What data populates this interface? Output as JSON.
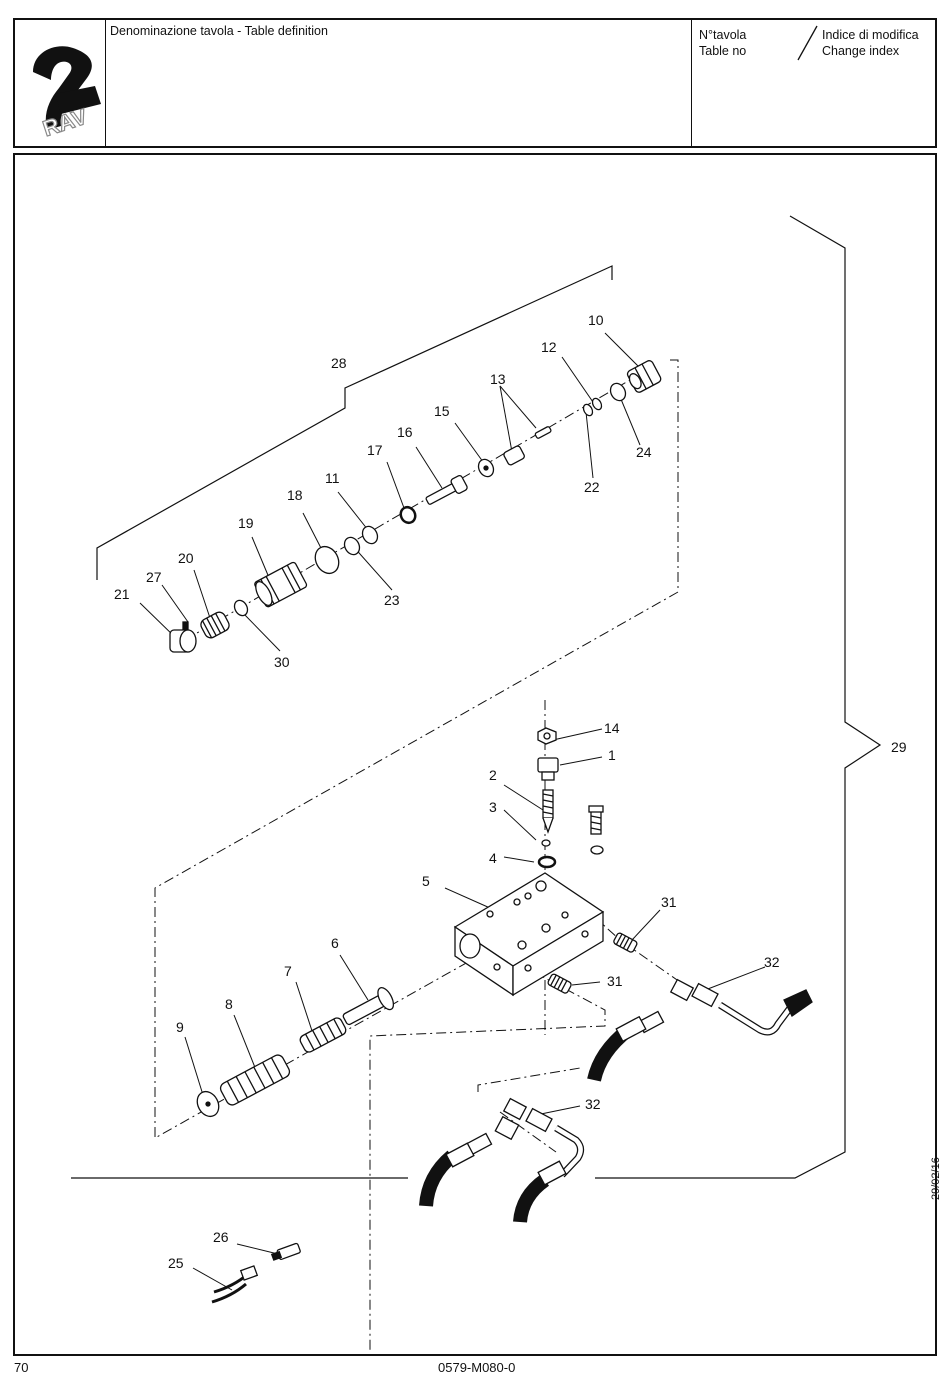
{
  "header": {
    "logo_text": "RAV",
    "denomination_label": "Denominazione tavola - Table definition",
    "table_no_label_it": "N°tavola",
    "table_no_label_en": "Table no",
    "change_index_label_it": "Indice di modifica",
    "change_index_label_en": "Change index"
  },
  "callouts": {
    "c1": "1",
    "c2": "2",
    "c3": "3",
    "c4": "4",
    "c5": "5",
    "c6": "6",
    "c7": "7",
    "c8": "8",
    "c9": "9",
    "c10": "10",
    "c11": "11",
    "c12": "12",
    "c13": "13",
    "c14": "14",
    "c15": "15",
    "c16": "16",
    "c17": "17",
    "c18": "18",
    "c19": "19",
    "c20": "20",
    "c21": "21",
    "c22": "22",
    "c23": "23",
    "c24": "24",
    "c25": "25",
    "c26": "26",
    "c27": "27",
    "c28": "28",
    "c29": "29",
    "c30": "30",
    "c31a": "31",
    "c31b": "31",
    "c32a": "32",
    "c32b": "32"
  },
  "footer": {
    "page_number": "70",
    "document_code": "0579-M080-0",
    "date": "29/02/16"
  }
}
